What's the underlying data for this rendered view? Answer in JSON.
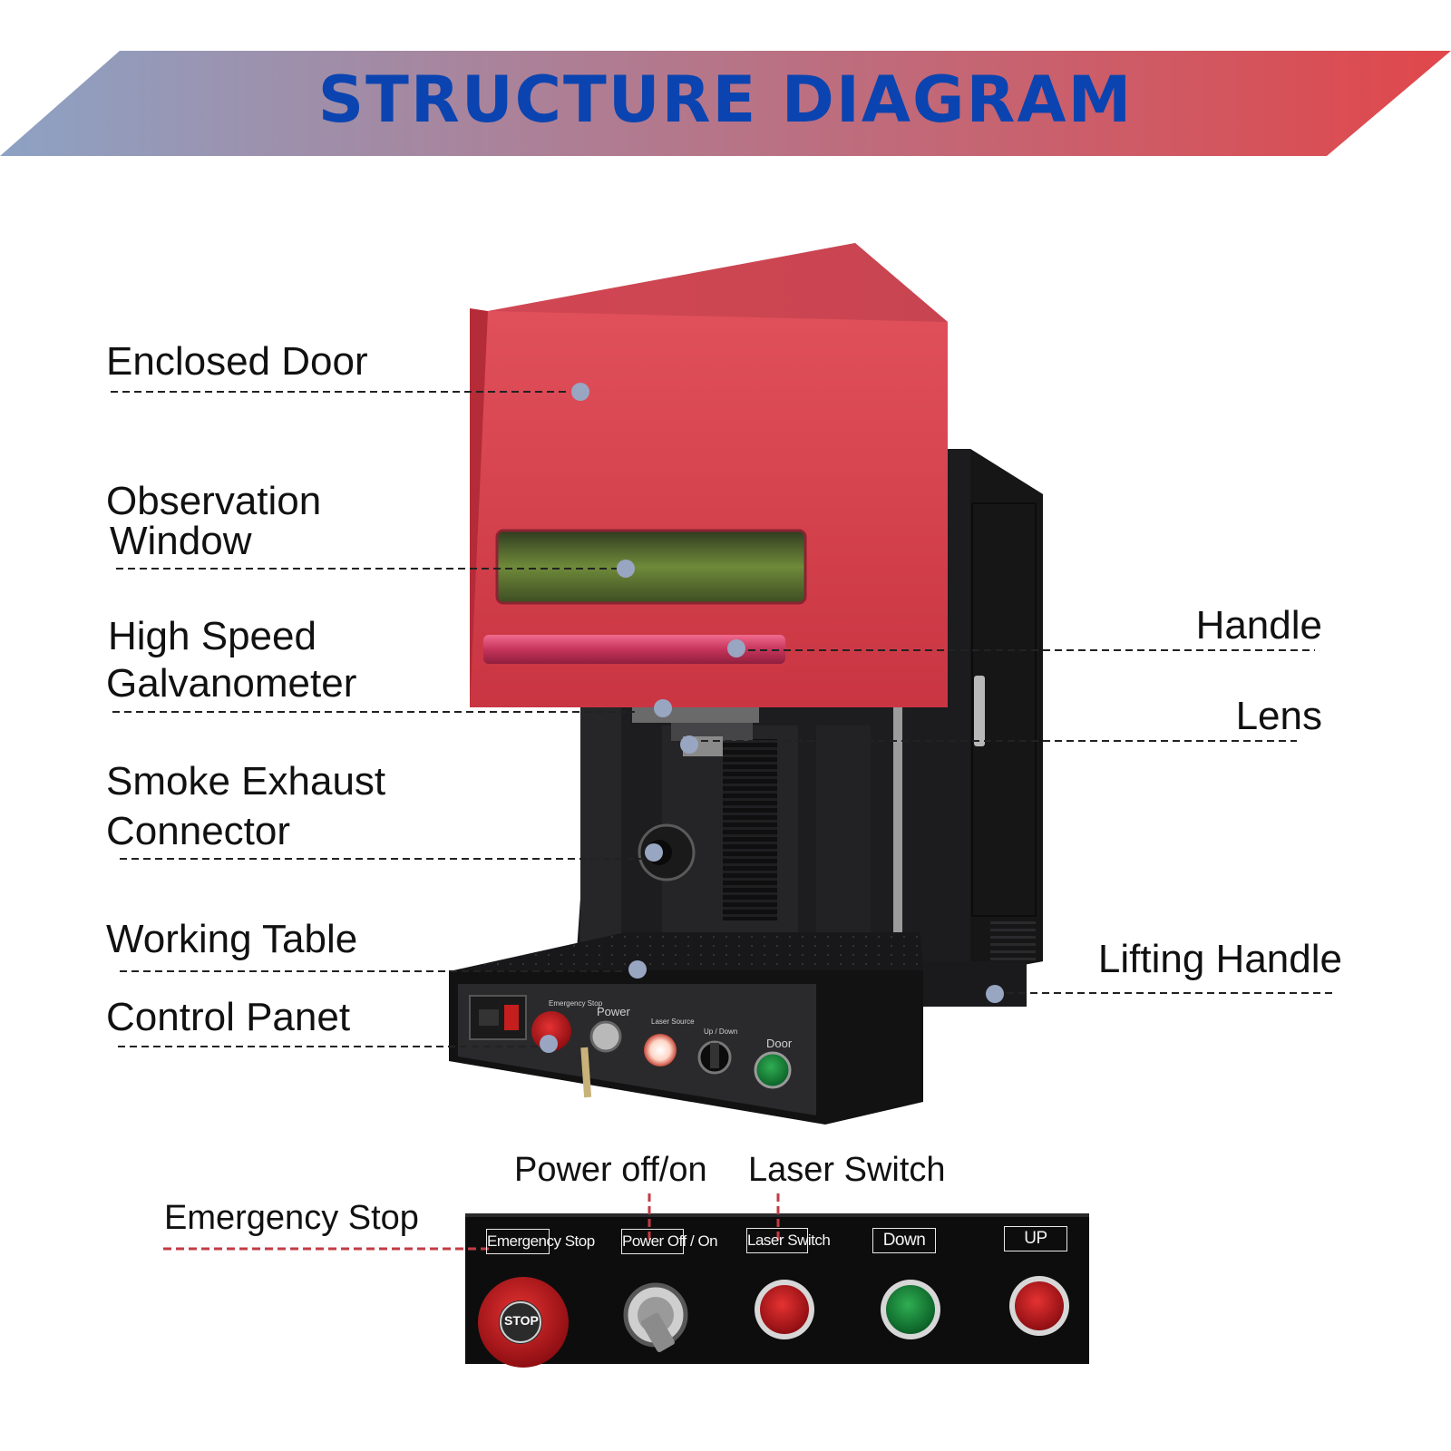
{
  "header": {
    "title": "STRUCTURE DIAGRAM",
    "title_color": "#0b44b0",
    "gradient_start": "#8da2c4",
    "gradient_end": "#e0474b"
  },
  "callouts_left": {
    "enclosed_door": "Enclosed Door",
    "observation_window": [
      "Observation",
      "Window"
    ],
    "galvanometer": [
      "High Speed",
      "Galvanometer"
    ],
    "smoke_exhaust": [
      "Smoke Exhaust",
      "Connector"
    ],
    "working_table": "Working Table",
    "control_panel": "Control Panet"
  },
  "callouts_right": {
    "handle": "Handle",
    "lens": "Lens",
    "lifting_handle": "Lifting Handle"
  },
  "machine_panel": {
    "emergency_stop": "Emergency Stop",
    "power": "Power",
    "laser_source": "Laser Source",
    "up_down": "Up / Down",
    "door": "Door"
  },
  "control_panel_closeup": {
    "callouts": {
      "emergency_stop": "Emergency Stop",
      "power": "Power off/on",
      "laser": "Laser Switch"
    },
    "plates": {
      "emergency_stop": "Emergency Stop",
      "power": "Power Off / On",
      "laser": "Laser Switch",
      "down": "Down",
      "up": "UP"
    },
    "stop_button_text": "STOP"
  },
  "colors": {
    "housing_red": "#d9414f",
    "body_black": "#1b1b1d",
    "marker": "#98a6c2",
    "panel_leader": "#c23b45"
  }
}
